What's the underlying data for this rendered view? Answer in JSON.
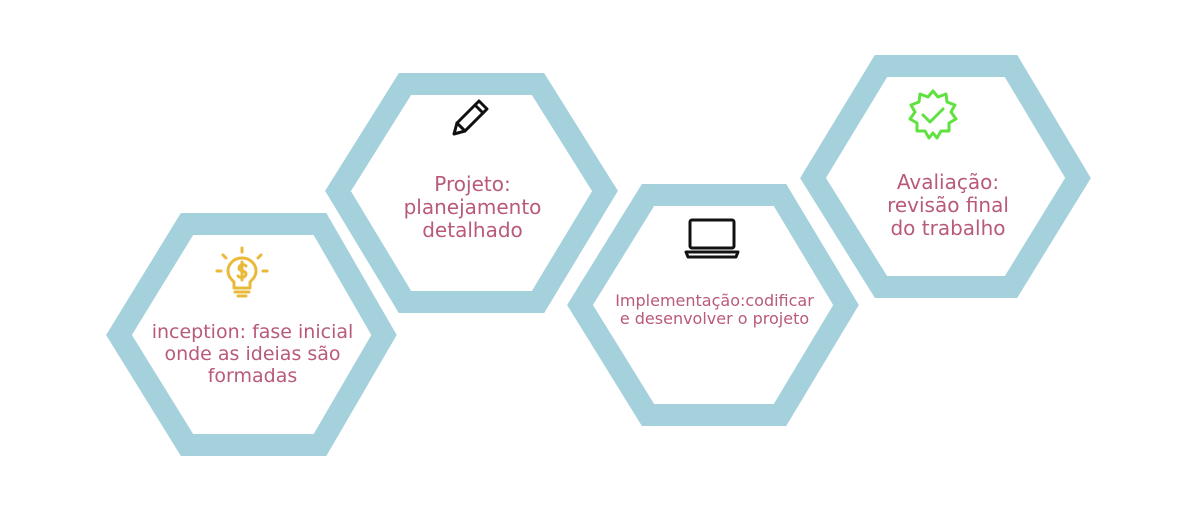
{
  "colors": {
    "hexagon_stroke": "#a5d1dd",
    "text": "#b85a78",
    "bulb_icon": "#e9b93a",
    "pencil_icon": "#111111",
    "laptop_icon": "#111111",
    "badge_icon": "#5fe23f"
  },
  "steps": [
    {
      "icon": "lightbulb-dollar-icon",
      "text": "inception: fase inicial\nonde as ideias são\nformadas"
    },
    {
      "icon": "pencil-icon",
      "text": "Projeto:\nplanejamento\ndetalhado"
    },
    {
      "icon": "laptop-icon",
      "text": "Implementação:codificar\ne desenvolver o projeto"
    },
    {
      "icon": "verified-badge-icon",
      "text": "Avaliação:\nrevisão final\ndo trabalho"
    }
  ]
}
